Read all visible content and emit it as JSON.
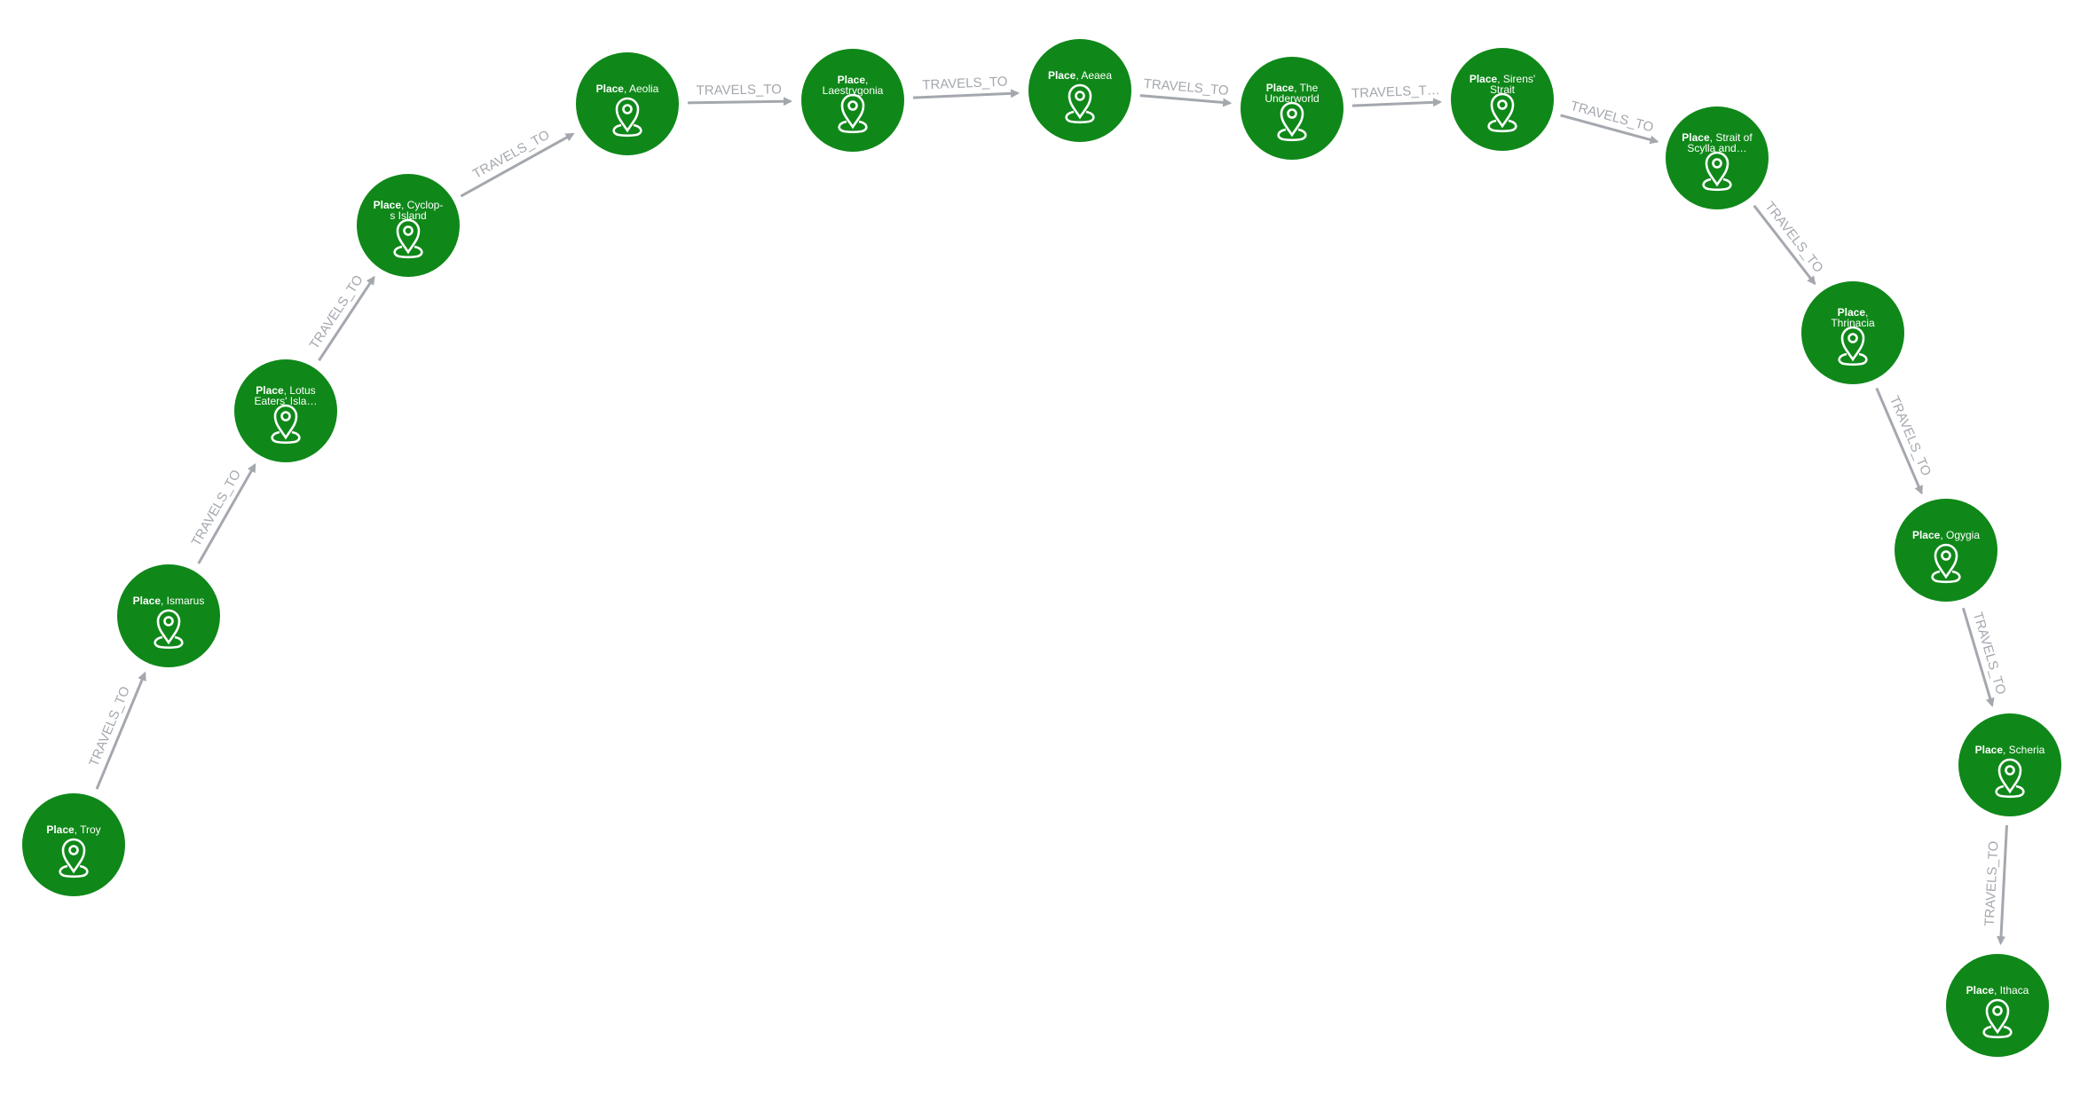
{
  "graph": {
    "node_color": "#0f8819",
    "edge_color": "#a4a8ae",
    "label_color": "#ffffff",
    "node_icon": "map-pin-icon",
    "nodes": [
      {
        "id": "troy",
        "kind": "Place",
        "lines": [
          ", Troy"
        ]
      },
      {
        "id": "ismarus",
        "kind": "Place",
        "lines": [
          ", Ismarus"
        ]
      },
      {
        "id": "lotus",
        "kind": "Place",
        "lines": [
          ", Lotus",
          "Eaters' Isla…"
        ]
      },
      {
        "id": "cyclops",
        "kind": "Place",
        "lines": [
          ", Cyclop-",
          "s Island"
        ]
      },
      {
        "id": "aeolia",
        "kind": "Place",
        "lines": [
          ", Aeolia"
        ]
      },
      {
        "id": "laestrygonia",
        "kind": "Place",
        "lines": [
          ",",
          "Laestrygonia"
        ]
      },
      {
        "id": "aeaea",
        "kind": "Place",
        "lines": [
          ", Aeaea"
        ]
      },
      {
        "id": "underworld",
        "kind": "Place",
        "lines": [
          ", The",
          "Underworld"
        ]
      },
      {
        "id": "sirens",
        "kind": "Place",
        "lines": [
          ", Sirens'",
          "Strait"
        ]
      },
      {
        "id": "scylla",
        "kind": "Place",
        "lines": [
          ", Strait of",
          "Scylla and…"
        ]
      },
      {
        "id": "thrinacia",
        "kind": "Place",
        "lines": [
          ",",
          "Thrinacia"
        ]
      },
      {
        "id": "ogygia",
        "kind": "Place",
        "lines": [
          ", Ogygia"
        ]
      },
      {
        "id": "scheria",
        "kind": "Place",
        "lines": [
          ", Scheria"
        ]
      },
      {
        "id": "ithaca",
        "kind": "Place",
        "lines": [
          ", Ithaca"
        ]
      }
    ],
    "edges": [
      {
        "from": "troy",
        "to": "ismarus",
        "label": "TRAVELS_TO"
      },
      {
        "from": "ismarus",
        "to": "lotus",
        "label": "TRAVELS_TO"
      },
      {
        "from": "lotus",
        "to": "cyclops",
        "label": "TRAVELS_TO"
      },
      {
        "from": "cyclops",
        "to": "aeolia",
        "label": "TRAVELS_TO"
      },
      {
        "from": "aeolia",
        "to": "laestrygonia",
        "label": "TRAVELS_TO"
      },
      {
        "from": "laestrygonia",
        "to": "aeaea",
        "label": "TRAVELS_TO"
      },
      {
        "from": "aeaea",
        "to": "underworld",
        "label": "TRAVELS_TO"
      },
      {
        "from": "underworld",
        "to": "sirens",
        "label": "TRAVELS_T…"
      },
      {
        "from": "sirens",
        "to": "scylla",
        "label": "TRAVELS_TO"
      },
      {
        "from": "scylla",
        "to": "thrinacia",
        "label": "TRAVELS_TO"
      },
      {
        "from": "thrinacia",
        "to": "ogygia",
        "label": "TRAVELS_TO"
      },
      {
        "from": "ogygia",
        "to": "scheria",
        "label": "TRAVELS_TO"
      },
      {
        "from": "scheria",
        "to": "ithaca",
        "label": "TRAVELS_TO"
      }
    ]
  }
}
